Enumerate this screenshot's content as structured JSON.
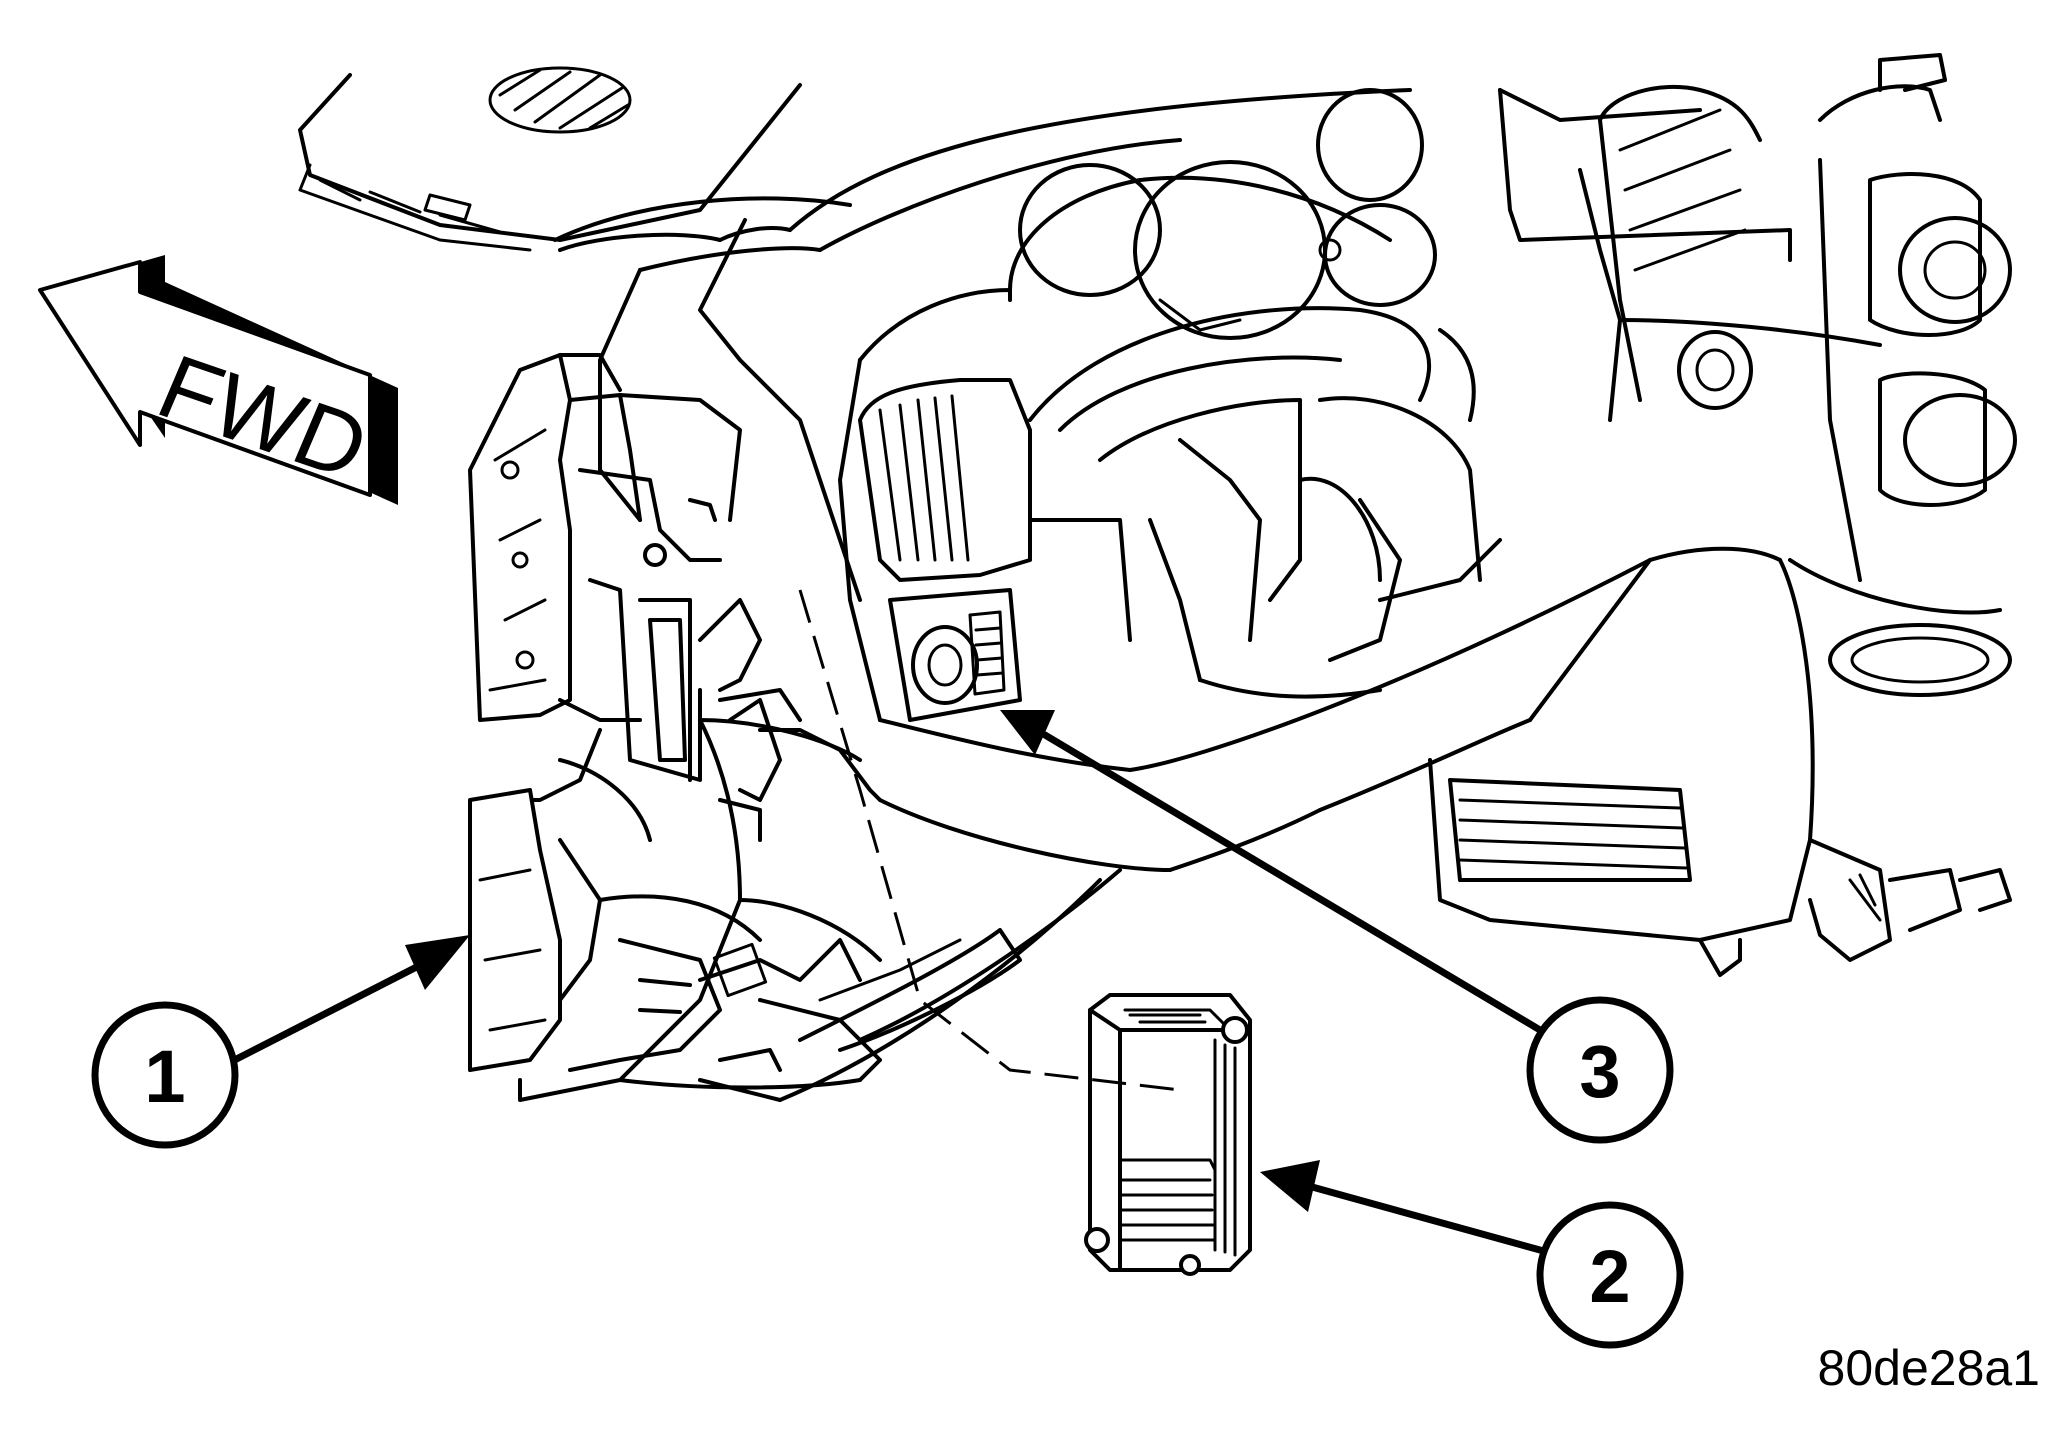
{
  "direction_indicator": {
    "label": "FWD",
    "icon": "arrow-left-icon"
  },
  "callouts": [
    {
      "number": "1"
    },
    {
      "number": "2"
    },
    {
      "number": "3"
    }
  ],
  "figure_code": "80de28a1",
  "colors": {
    "line": "#000000",
    "background": "#ffffff"
  }
}
